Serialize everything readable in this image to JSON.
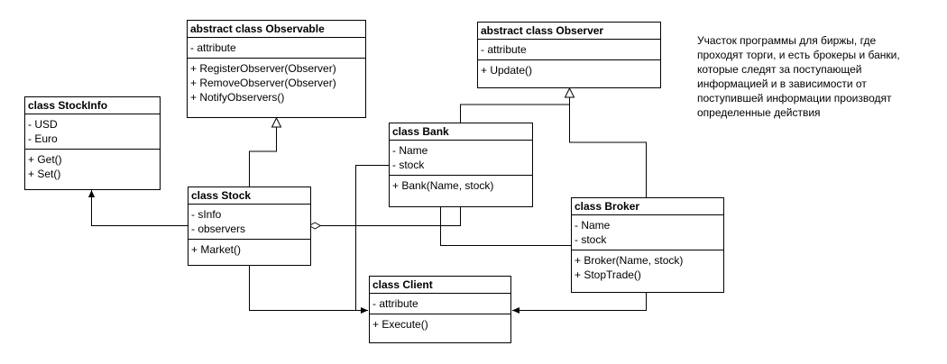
{
  "classes": {
    "observable": {
      "title": "abstract class Observable",
      "attrs": [
        "- attribute"
      ],
      "methods": [
        "+ RegisterObserver(Observer)",
        "+ RemoveObserver(Observer)",
        "+ NotifyObservers()"
      ]
    },
    "observer": {
      "title": "abstract class Observer",
      "attrs": [
        "- attribute"
      ],
      "methods": [
        "+ Update()"
      ]
    },
    "stockinfo": {
      "title": "class StockInfo",
      "attrs": [
        "- USD",
        "- Euro"
      ],
      "methods": [
        "+ Get()",
        "+ Set()"
      ]
    },
    "bank": {
      "title": "class Bank",
      "attrs": [
        "- Name",
        "- stock"
      ],
      "methods": [
        "+ Bank(Name, stock)"
      ]
    },
    "stock": {
      "title": "class Stock",
      "attrs": [
        "- sInfo",
        "- observers"
      ],
      "methods": [
        "+ Market()"
      ]
    },
    "broker": {
      "title": "class Broker",
      "attrs": [
        "- Name",
        "- stock"
      ],
      "methods": [
        "+ Broker(Name, stock)",
        "+ StopTrade()"
      ]
    },
    "client": {
      "title": "class Client",
      "attrs": [
        "- attribute"
      ],
      "methods": [
        "+ Execute()"
      ]
    }
  },
  "note": "Участок программы для биржы, где\nпроходят торги, и есть брокеры и банки,\nкоторые следят за поступающей\nинформацией и в зависимости от\nпоступившей информации производят\nопределенные действия",
  "colors": {
    "line": "#000000",
    "background": "#ffffff"
  }
}
